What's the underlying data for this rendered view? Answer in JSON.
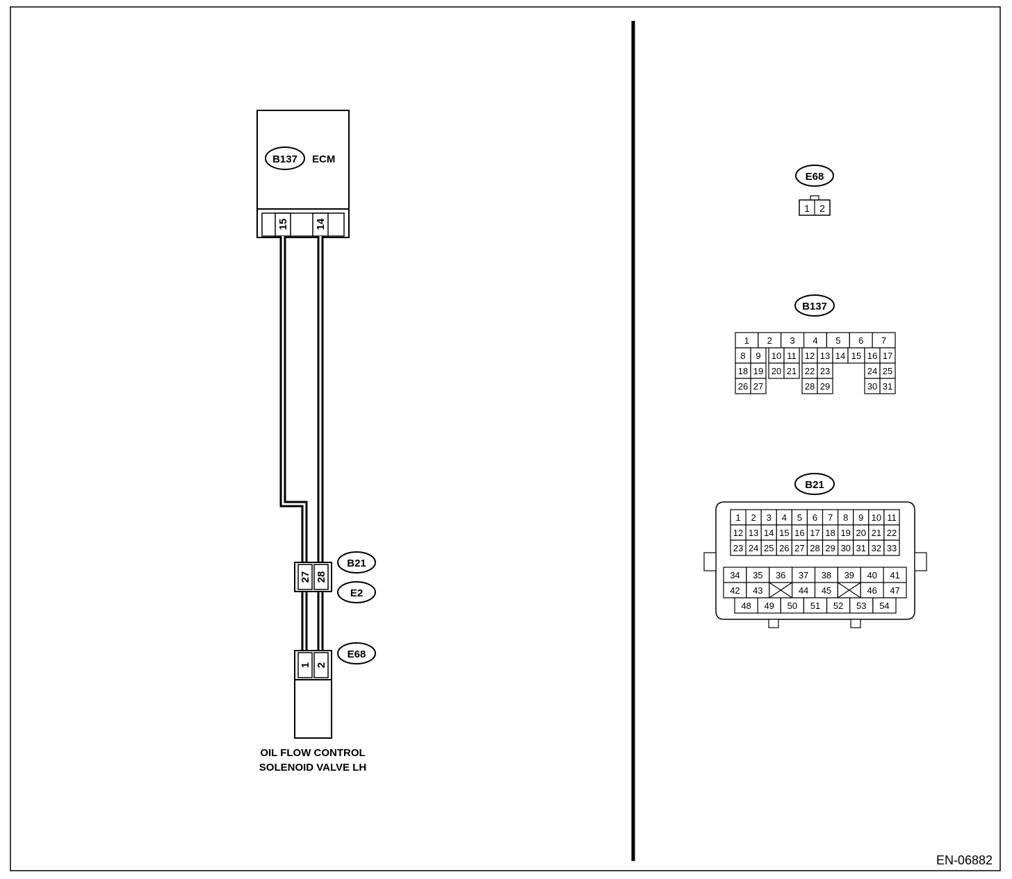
{
  "diagram_id": "EN-06882",
  "ecm": {
    "connector_tag": "B137",
    "label": "ECM",
    "pins": [
      "15",
      "14"
    ]
  },
  "junction": {
    "tag_top": "B21",
    "tag_bottom": "E2",
    "pins": [
      "27",
      "28"
    ]
  },
  "valve": {
    "connector_tag": "E68",
    "pins": [
      "1",
      "2"
    ],
    "label_line1": "OIL FLOW CONTROL",
    "label_line2": "SOLENOID VALVE LH"
  },
  "connectors": {
    "e68": {
      "tag": "E68",
      "pins": [
        "1",
        "2"
      ]
    },
    "b137": {
      "tag": "B137",
      "rows": [
        [
          "1",
          "2",
          "3",
          "4",
          "5",
          "6",
          "7"
        ],
        [
          "8",
          "9",
          "10",
          "11",
          "12",
          "13",
          "14",
          "15",
          "16",
          "17"
        ],
        [
          "18",
          "19",
          "20",
          "21",
          "22",
          "23",
          "24",
          "25"
        ],
        [
          "26",
          "27",
          "28",
          "29",
          "30",
          "31"
        ]
      ]
    },
    "b21": {
      "tag": "B21",
      "upper_rows": [
        [
          "1",
          "2",
          "3",
          "4",
          "5",
          "6",
          "7",
          "8",
          "9",
          "10",
          "11"
        ],
        [
          "12",
          "13",
          "14",
          "15",
          "16",
          "17",
          "18",
          "19",
          "20",
          "21",
          "22"
        ],
        [
          "23",
          "24",
          "25",
          "26",
          "27",
          "28",
          "29",
          "30",
          "31",
          "32",
          "33"
        ]
      ],
      "lower_row1": [
        "34",
        "35",
        "36",
        "37",
        "38",
        "39",
        "40",
        "41"
      ],
      "lower_row2": [
        "42",
        "43",
        "",
        "44",
        "45",
        "",
        "46",
        "47"
      ],
      "lower_row3": [
        "48",
        "49",
        "50",
        "51",
        "52",
        "53",
        "54"
      ]
    }
  }
}
